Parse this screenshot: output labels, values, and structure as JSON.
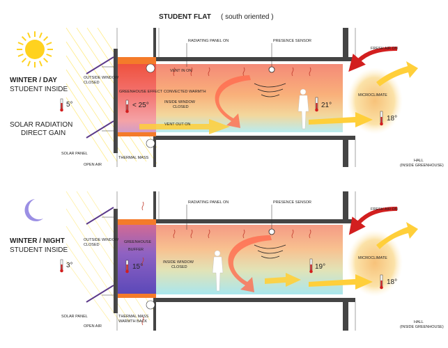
{
  "title": "STUDENT   FLAT",
  "subtitle": "( south  oriented )",
  "colors": {
    "sun": "#ffd21f",
    "moon": "#9b8fe4",
    "wall": "#333333",
    "air_warm": "#f7a07a",
    "air_cool": "#c9ecee",
    "night_buffer": "#6f58c8",
    "arrow_warm": "#ffcf3a",
    "arrow_hot": "#d21f1f",
    "window_glass": "#b07bc6"
  },
  "icons": [
    "sun-icon",
    "moon-icon",
    "thermometer-icon",
    "person-icon",
    "sound-wave-icon",
    "radiating-panel-icon"
  ],
  "day": {
    "heading": "WINTER / DAY",
    "sub": "STUDENT INSIDE",
    "outside_temp": "5°",
    "gain_line1": "SOLAR RADIATION",
    "gain_line2": "DIRECT GAIN",
    "labels": {
      "radiating_panel": "RADIATING PANEL ON",
      "presence_sensor": "PRESENCE SENSOR",
      "fresh_air": "FRESH AIR ON",
      "outside_window_1": "OUTSIDE WINDOW",
      "outside_window_2": "CLOSED",
      "vent_in": "VENT IN ON",
      "greenhouse": "GREENHOUSE EFFECT",
      "convected": "CONVECTED WARMTH",
      "inside_window_1": "INSIDE WINDOW",
      "inside_window_2": "CLOSED",
      "vent_out": "VENT OUT ON",
      "microclimate": "MICROCLIMATE",
      "solar_panel": "SOLAR PANEL",
      "thermal_mass": "THERMAL MASS",
      "open_air": "OPEN AIR",
      "hall_1": "HALL",
      "hall_2": "(INSIDE GREENHOUSE)"
    },
    "temps": {
      "greenhouse": "< 25°",
      "room": "21°",
      "hall": "18°"
    }
  },
  "night": {
    "heading": "WINTER / NIGHT",
    "sub": "STUDENT INSIDE",
    "outside_temp": "3°",
    "labels": {
      "radiating_panel": "RADIATING PANEL ON",
      "presence_sensor": "PRESENCE SENSOR",
      "fresh_air": "FRESH AIR ON",
      "outside_window_1": "OUTSIDE WINDOW",
      "outside_window_2": "CLOSED",
      "greenhouse_1": "GREENHOUSE",
      "greenhouse_2": "BUFFER",
      "inside_window_1": "INSIDE WINDOW",
      "inside_window_2": "CLOSED",
      "microclimate": "MICROCLIMATE",
      "solar_panel": "SOLAR PANEL",
      "thermal_mass_1": "THERMAL MASS",
      "thermal_mass_2": "WARMTH BACK",
      "open_air": "OPEN AIR",
      "hall_1": "HALL",
      "hall_2": "(INSIDE GREENHOUSE)"
    },
    "temps": {
      "buffer": "15°",
      "room": "19°",
      "hall": "18°"
    }
  }
}
